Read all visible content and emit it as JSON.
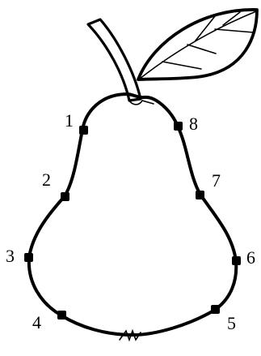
{
  "points": [
    {
      "label": "1"
    },
    {
      "label": "2"
    },
    {
      "label": "3"
    },
    {
      "label": "4"
    },
    {
      "label": "5"
    },
    {
      "label": "6"
    },
    {
      "label": "7"
    },
    {
      "label": "8"
    }
  ],
  "colors": {
    "outline": "#000000",
    "background": "#ffffff",
    "leaf_fill": "#ffffff"
  }
}
